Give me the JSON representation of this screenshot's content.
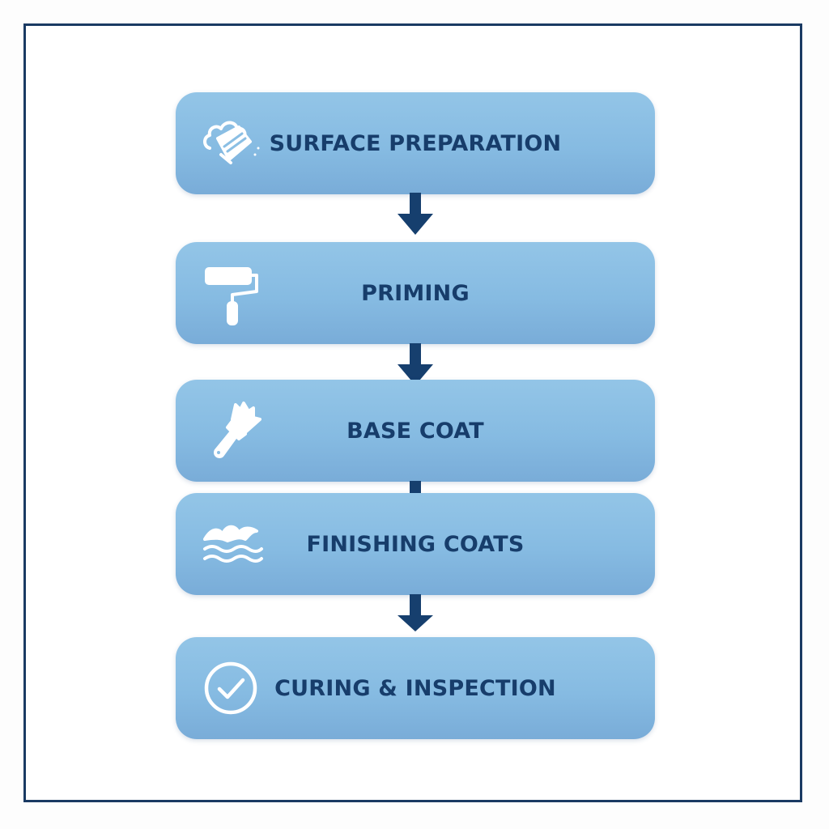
{
  "steps": [
    {
      "label": "SURFACE PREPARATION",
      "icon": "surface-scraper-icon"
    },
    {
      "label": "PRIMING",
      "icon": "paint-roller-icon"
    },
    {
      "label": "BASE COAT",
      "icon": "paint-brush-icon"
    },
    {
      "label": "FINISHING COATS",
      "icon": "waves-icon"
    },
    {
      "label": "CURING & INSPECTION",
      "icon": "check-circle-icon"
    }
  ],
  "colors": {
    "frame_border": "#1a3a63",
    "box_fill": "#8bbfe4",
    "text": "#173d6b",
    "arrow": "#163f6e",
    "icon": "#ffffff"
  }
}
